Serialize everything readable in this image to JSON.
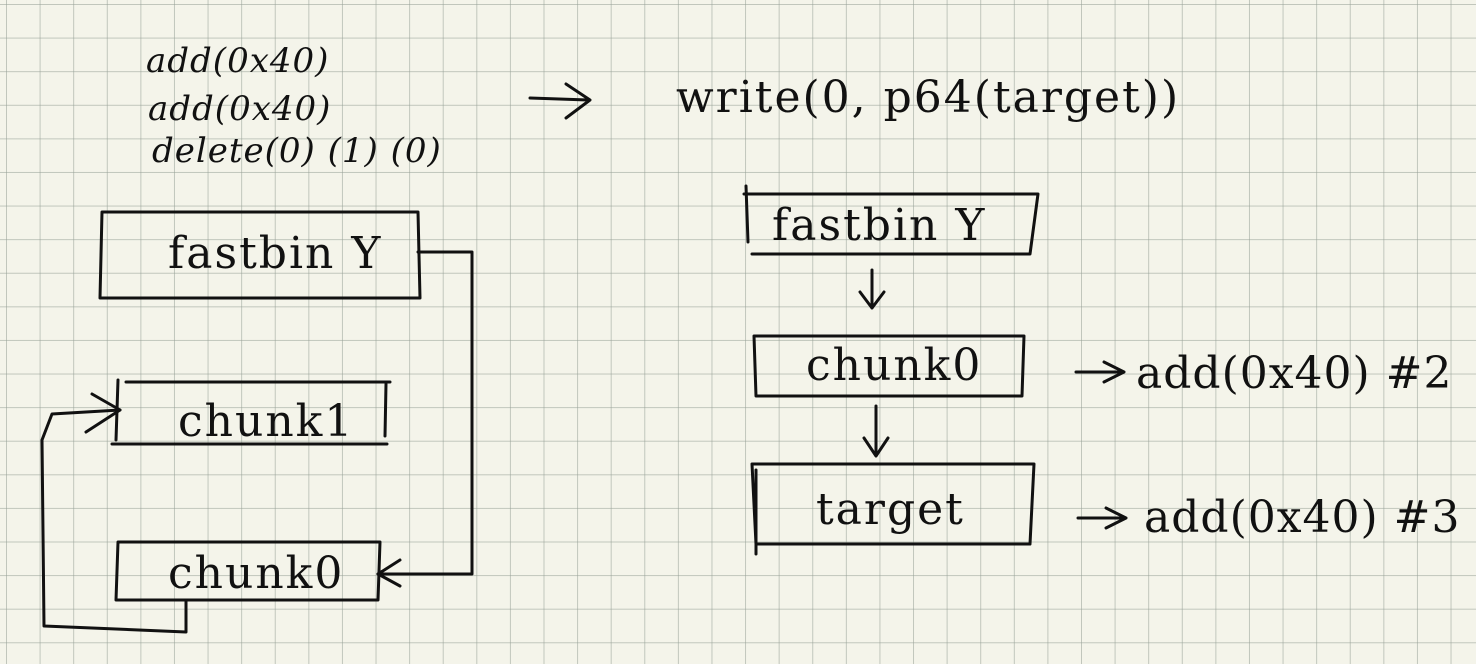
{
  "left": {
    "commands": [
      "add(0x40)",
      "add(0x40)",
      "delete(0) (1) (0)"
    ],
    "fastbin_label": "fastbin Y",
    "chunk1_label": "chunk1",
    "chunk0_label": "chunk0"
  },
  "transition": {
    "arrow": "→",
    "write_call": "write(0, p64(target))"
  },
  "right": {
    "fastbin_label": "fastbin Y",
    "chunk0_label": "chunk0",
    "target_label": "target",
    "chunk0_note": "→ add(0x40) #2",
    "target_note": "→ add(0x40) #3",
    "down_arrow": "↓"
  },
  "colors": {
    "ink": "#111111",
    "paper": "#f4f4ea",
    "grid": "#9aa09a"
  }
}
